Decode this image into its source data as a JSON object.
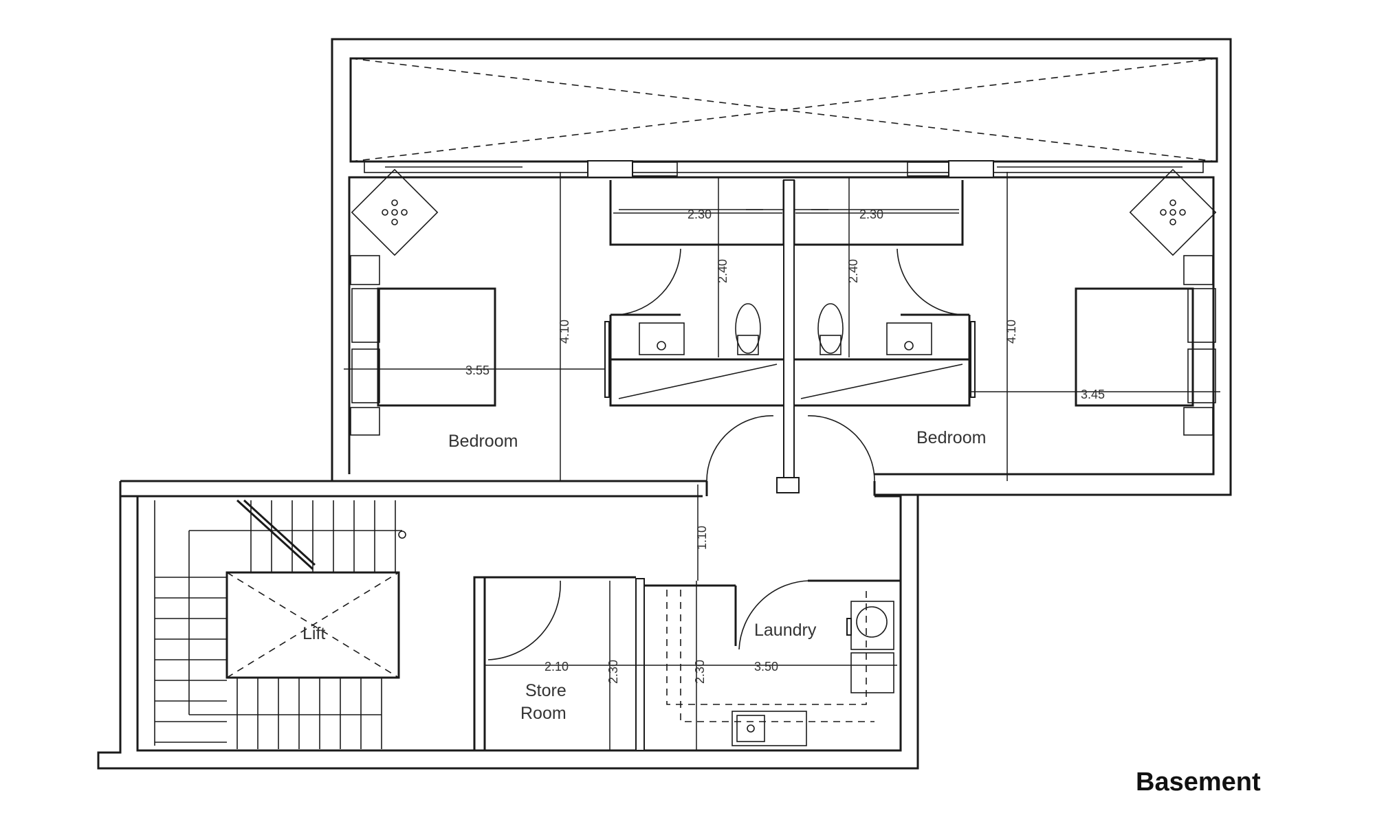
{
  "plan": {
    "title": "Basement",
    "rooms": {
      "bedroom_left": "Bedroom",
      "bedroom_right": "Bedroom",
      "lift": "Lift",
      "laundry": "Laundry",
      "store_line1": "Store",
      "store_line2": "Room"
    },
    "dimensions": {
      "wardrobe_left_width": "2.30",
      "wardrobe_right_width": "2.30",
      "bath_left_depth": "2.40",
      "bath_right_depth": "2.40",
      "bedroom_left_depth": "4.10",
      "bedroom_right_depth": "4.10",
      "bedroom_left_width": "3.55",
      "bedroom_right_width": "3.45",
      "corridor_length": "1.10",
      "store_width": "2.10",
      "store_depth": "2.30",
      "laundry_depth": "2.30",
      "laundry_width": "3.50"
    }
  }
}
